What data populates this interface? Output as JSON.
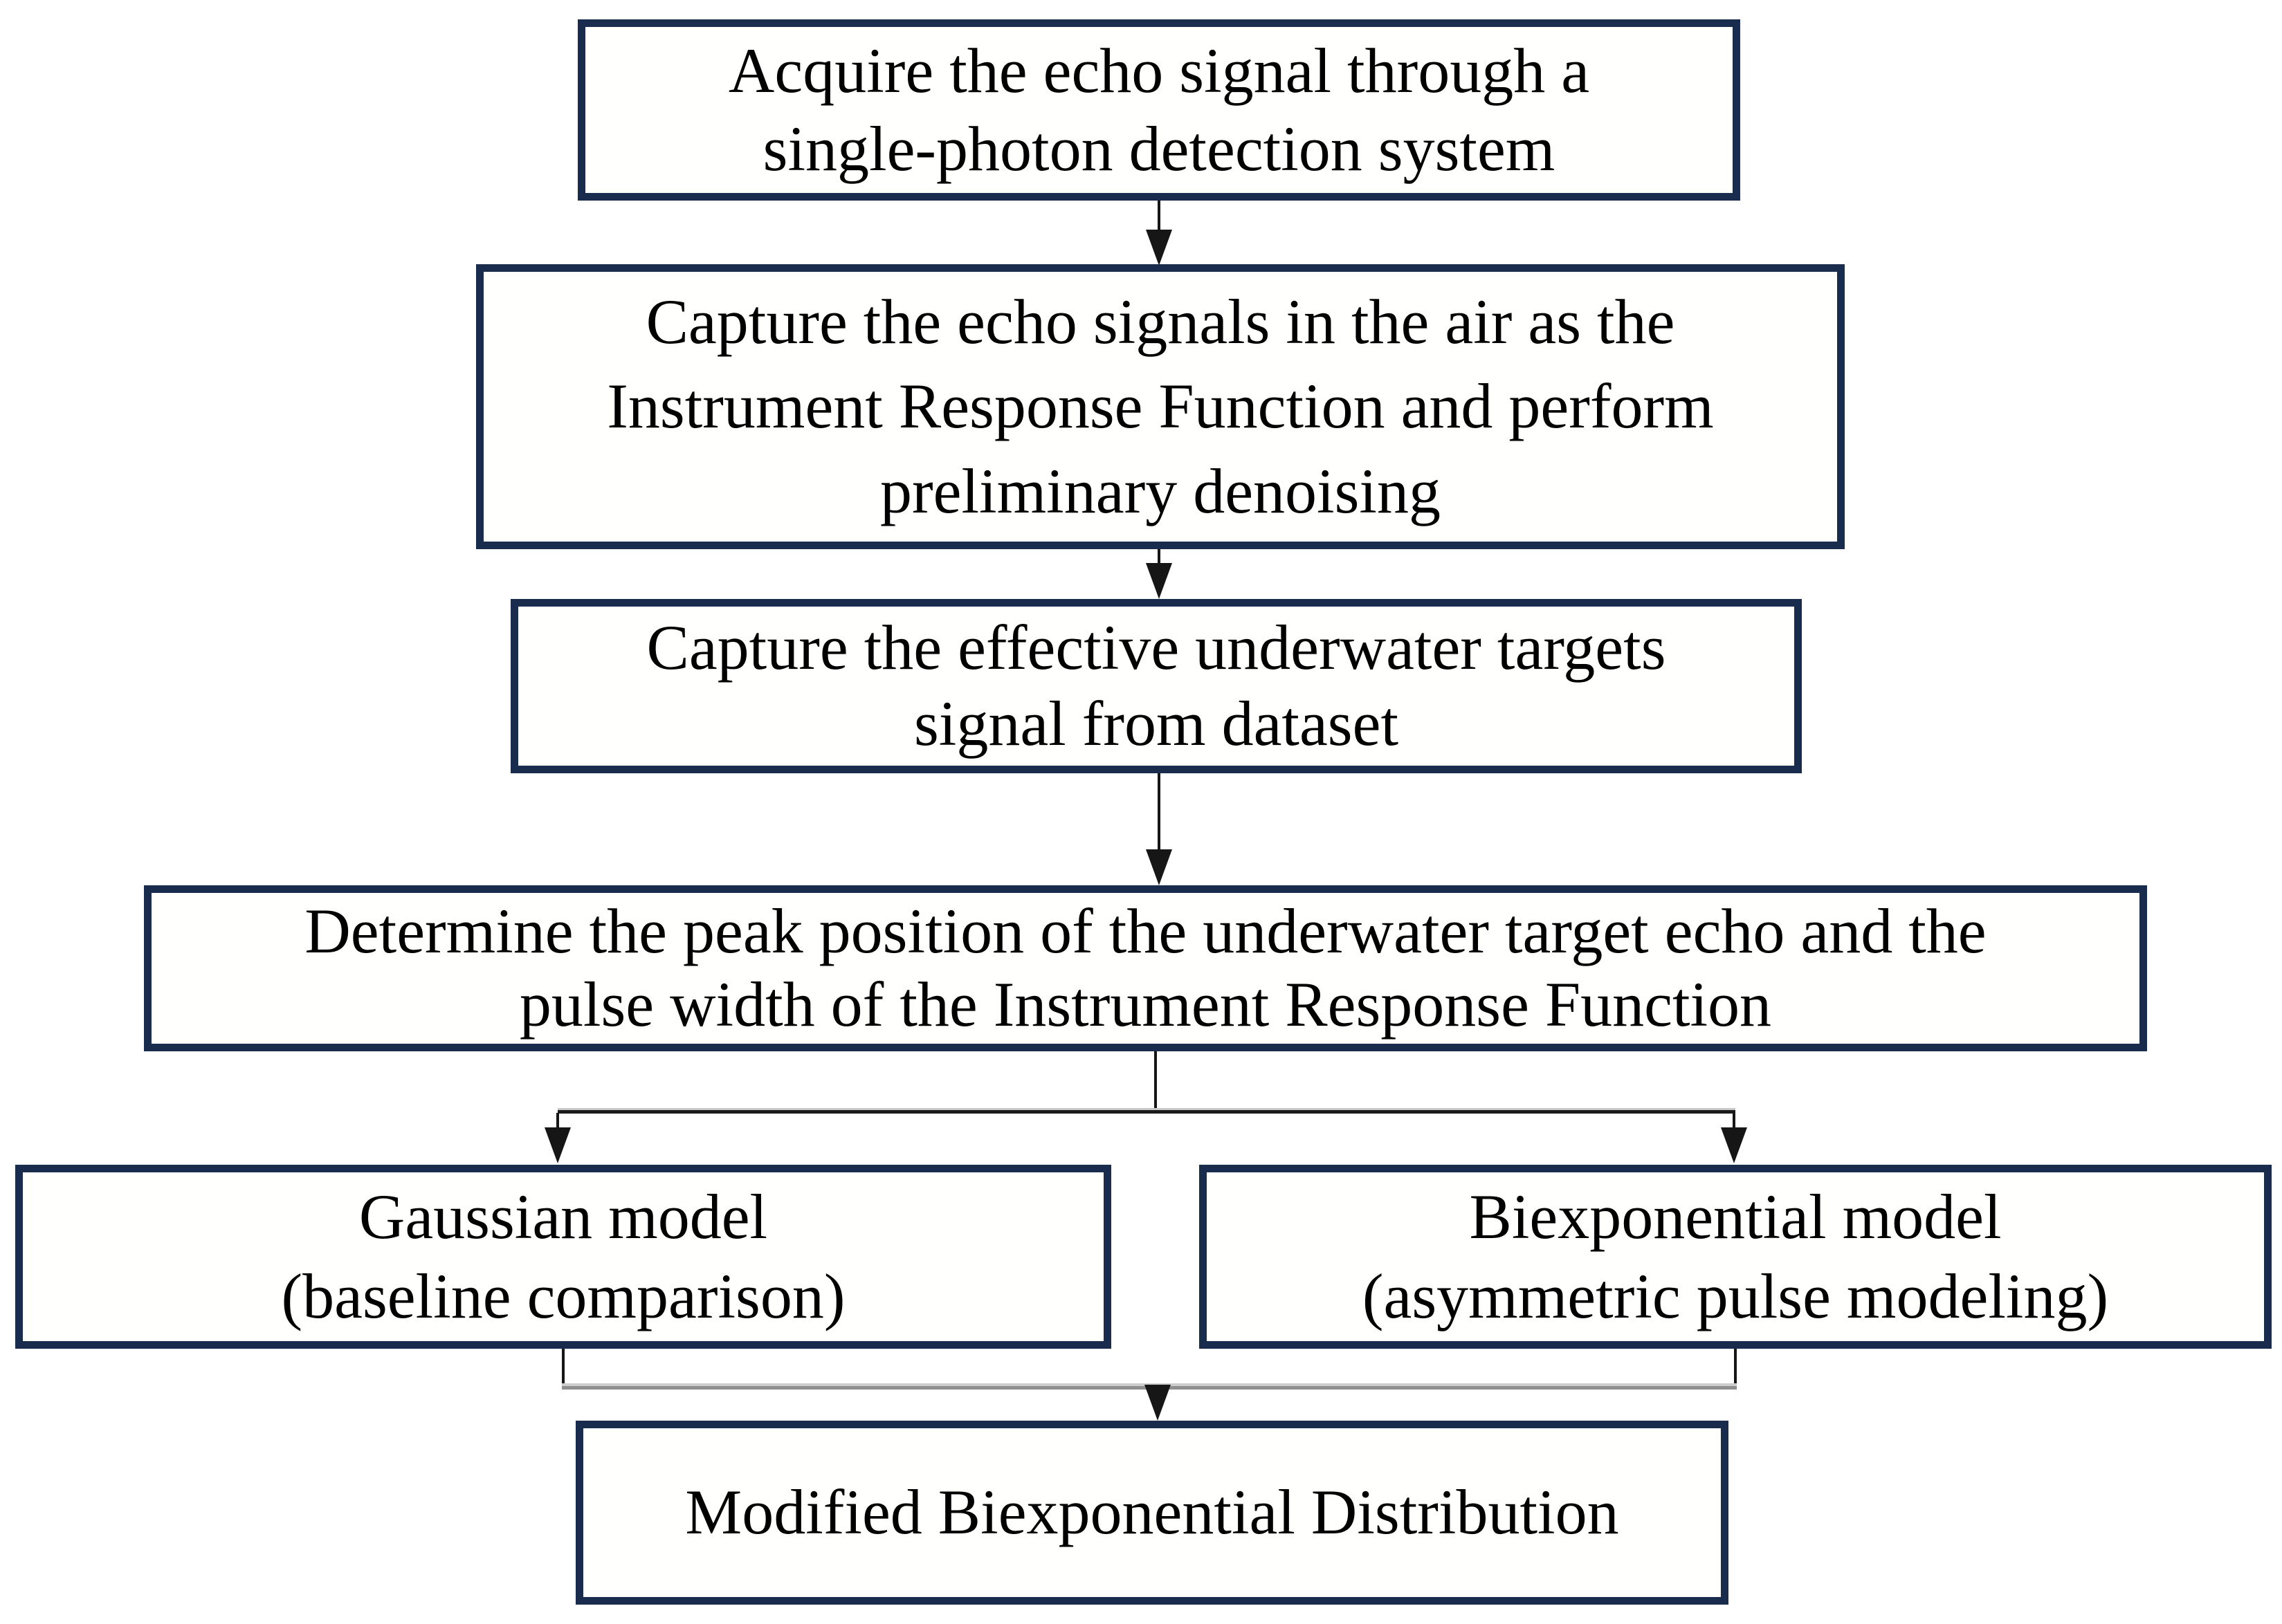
{
  "flowchart": {
    "nodes": {
      "acquire": {
        "lines": [
          "Acquire the echo signal through a",
          "single-photon detection system"
        ]
      },
      "irf_capture": {
        "lines": [
          "Capture the echo signals in the air as the",
          "Instrument Response Function and perform",
          "preliminary denoising"
        ]
      },
      "underwater_capture": {
        "lines": [
          "Capture the effective underwater targets",
          "signal from dataset"
        ]
      },
      "peak_determination": {
        "lines": [
          "Determine the peak position of the underwater target echo and the",
          "pulse width of the Instrument Response Function"
        ]
      },
      "gaussian": {
        "lines": [
          "Gaussian model",
          "(baseline comparison)"
        ]
      },
      "biexponential": {
        "lines": [
          "Biexponential model",
          "(asymmetric pulse modeling)"
        ]
      },
      "modified": {
        "lines": [
          "Modified Biexponential Distribution"
        ]
      }
    },
    "colors": {
      "box_border": "#1a2c4e",
      "box_background": "#fffffe",
      "text": "#000000",
      "connector": "#161616",
      "merge_line_gray": "#8f8f8f",
      "page_background": "#ffffff"
    }
  }
}
